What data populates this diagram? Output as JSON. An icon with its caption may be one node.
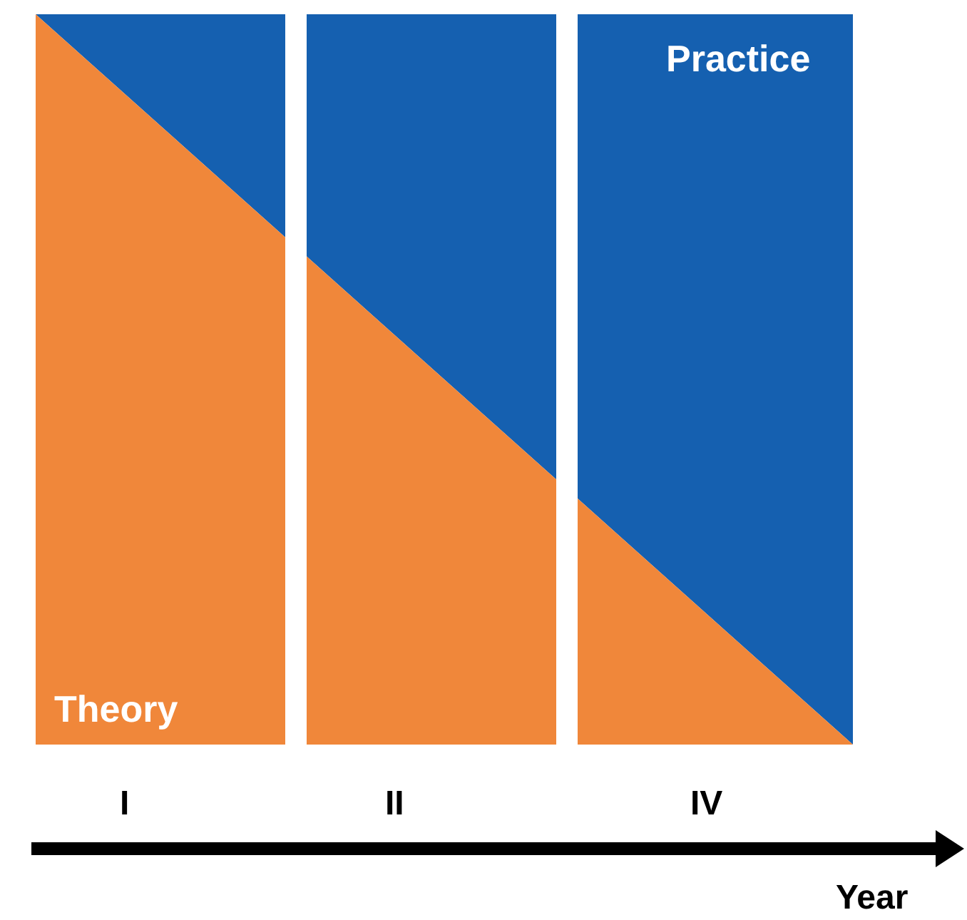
{
  "diagram": {
    "labels": [
      "Practice",
      "Theory",
      "I",
      "II",
      "IV",
      "Year"
    ]
  }
}
